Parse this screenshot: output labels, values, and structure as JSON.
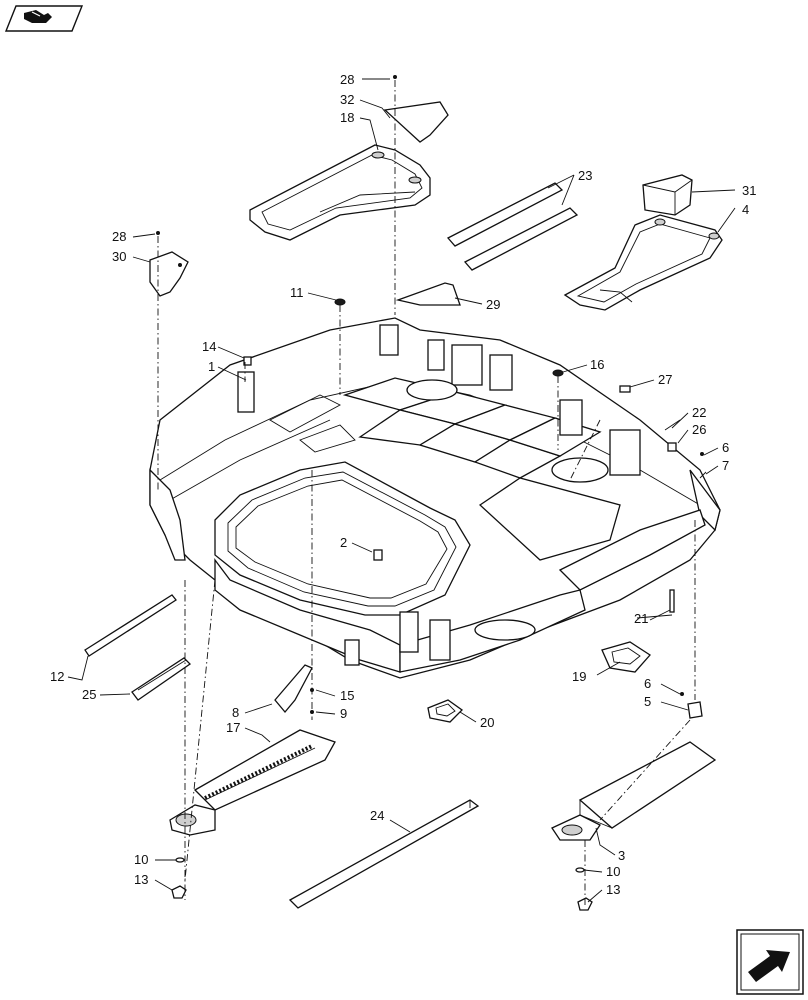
{
  "diagram": {
    "callouts": [
      "1",
      "2",
      "3",
      "4",
      "5",
      "6",
      "7",
      "8",
      "9",
      "10",
      "11",
      "12",
      "13",
      "14",
      "15",
      "16",
      "17",
      "18",
      "19",
      "20",
      "21",
      "22",
      "23",
      "24",
      "25",
      "26",
      "27",
      "28",
      "29",
      "30",
      "31",
      "32"
    ],
    "duplicate_callouts": [
      "28",
      "10",
      "13",
      "6"
    ]
  },
  "icons": {
    "top_left_badge": "book-hand-icon",
    "bottom_right_badge": "arrow-next-icon"
  }
}
